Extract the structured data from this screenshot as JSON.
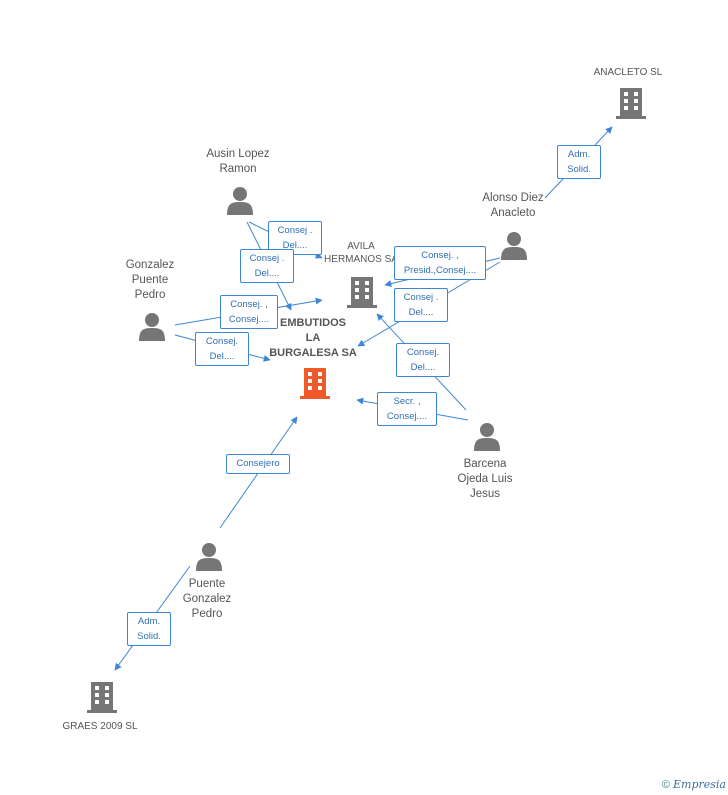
{
  "nodes": {
    "anacleto_sl": "ANACLETO SL",
    "avila_hermanos": "AVILA\nHERMANOS SA",
    "embutidos": "EMBUTIDOS\nLA\nBURGALESA SA",
    "graes": "GRAES 2009 SL",
    "ausin": "Ausin Lopez\nRamon",
    "alonso": "Alonso Diez\nAnacleto",
    "gonzalez": "Gonzalez\nPuente\nPedro",
    "barcena": "Barcena\nOjeda Luis\nJesus",
    "puente": "Puente\nGonzalez\nPedro"
  },
  "edges": {
    "alonso_anacleto": "Adm.\nSolid.",
    "ausin_avila": "Consej .\nDel....",
    "ausin_embutidos": "Consej .\nDel....",
    "gonzalez_avila": "Consej. ,\nConsej....",
    "gonzalez_embutidos": "Consej.\nDel....",
    "alonso_avila": "Consej. ,\nPresid.,Consej....",
    "alonso_embutidos": "Consej .\nDel....",
    "barcena_avila": "Consej.\nDel....",
    "barcena_embutidos": "Secr. ,\nConsej....",
    "puente_embutidos": "Consejero",
    "puente_graes": "Adm.\nSolid."
  },
  "colors": {
    "edge": "#3d86d3",
    "node_icon": "#767676",
    "focus_icon": "#f05a28"
  },
  "footer": {
    "copyright": "©",
    "brand": "Empresia"
  }
}
